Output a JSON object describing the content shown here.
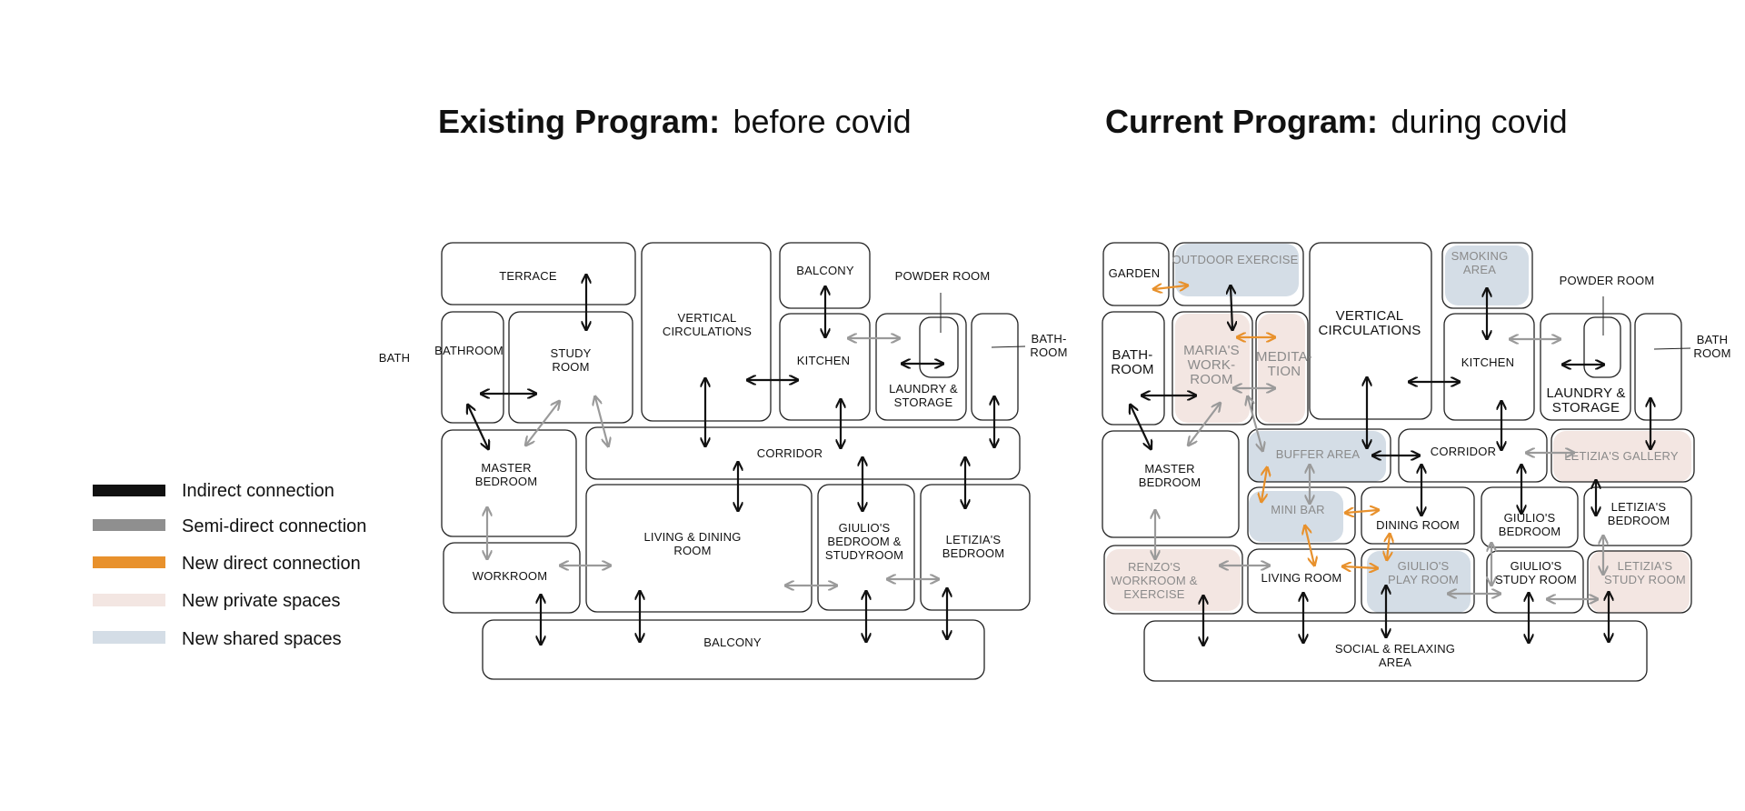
{
  "colors": {
    "indirect": "#111111",
    "semi_direct": "#9a9a9a",
    "new_direct": "#e8912c",
    "new_private": "#f3e6e2",
    "new_shared": "#d4dde6"
  },
  "titles": {
    "left_bold": "Existing Program:",
    "left_light": "before covid",
    "right_bold": "Current Program:",
    "right_light": "during covid"
  },
  "legend": [
    {
      "label": "Indirect connection",
      "color": "#111111"
    },
    {
      "label": "Semi-direct connection",
      "color": "#8f8f8f"
    },
    {
      "label": "New direct connection",
      "color": "#e8912c"
    },
    {
      "label": "New private spaces",
      "color": "#f3e6e2"
    },
    {
      "label": "New shared spaces",
      "color": "#d4dde6"
    }
  ],
  "left": {
    "terrace": [
      "TERRACE"
    ],
    "bath_outside": [
      "BATH"
    ],
    "bathroom": [
      "BATHROOM"
    ],
    "study_room": [
      "STUDY",
      "ROOM"
    ],
    "vertical_circulations": [
      "VERTICAL",
      "CIRCULATIONS"
    ],
    "balcony_top": [
      "BALCONY"
    ],
    "powder_room": [
      "POWDER ROOM"
    ],
    "kitchen": [
      "KITCHEN"
    ],
    "laundry": [
      "LAUNDRY &",
      "STORAGE"
    ],
    "bath_room_right": [
      "BATH-",
      "ROOM"
    ],
    "master_bedroom": [
      "MASTER",
      "BEDROOM"
    ],
    "corridor": [
      "CORRIDOR"
    ],
    "living_dining": [
      "LIVING & DINING",
      "ROOM"
    ],
    "giulio_bedroom": [
      "GIULIO'S",
      "BEDROOM &",
      "STUDYROOM"
    ],
    "letizia_bedroom": [
      "LETIZIA'S",
      "BEDROOM"
    ],
    "workroom": [
      "WORKROOM"
    ],
    "balcony_bottom": [
      "BALCONY"
    ]
  },
  "right": {
    "garden": [
      "GARDEN"
    ],
    "outdoor_exercise": [
      "OUTDOOR EXERCISE"
    ],
    "vertical_circulations": [
      "VERTICAL",
      "CIRCULATIONS"
    ],
    "smoking_area": [
      "SMOKING",
      "AREA"
    ],
    "powder_room": [
      "POWDER ROOM"
    ],
    "bath_room_left": [
      "BATH-",
      "ROOM"
    ],
    "maria_workroom": [
      "MARIA'S",
      "WORK-",
      "ROOM"
    ],
    "meditation": [
      "MEDITA-",
      "TION"
    ],
    "kitchen": [
      "KITCHEN"
    ],
    "laundry": [
      "LAUNDRY &",
      "STORAGE"
    ],
    "bath_room_right": [
      "BATH",
      "ROOM"
    ],
    "master_bedroom": [
      "MASTER",
      "BEDROOM"
    ],
    "buffer_area": [
      "BUFFER AREA"
    ],
    "corridor": [
      "CORRIDOR"
    ],
    "letizia_gallery": [
      "LETIZIA'S GALLERY"
    ],
    "mini_bar": [
      "MINI BAR"
    ],
    "dining_room": [
      "DINING ROOM"
    ],
    "giulio_bedroom": [
      "GIULIO'S",
      "BEDROOM"
    ],
    "letizia_bedroom": [
      "LETIZIA'S",
      "BEDROOM"
    ],
    "renzo_workroom": [
      "RENZO'S",
      "WORKROOM &",
      "EXERCISE"
    ],
    "living_room": [
      "LIVING ROOM"
    ],
    "giulio_play": [
      "GIULIO'S",
      "PLAY ROOM"
    ],
    "giulio_study": [
      "GIULIO'S",
      "STUDY ROOM"
    ],
    "letizia_study": [
      "LETIZIA'S",
      "STUDY ROOM"
    ],
    "social_area": [
      "SOCIAL & RELAXING",
      "AREA"
    ]
  }
}
